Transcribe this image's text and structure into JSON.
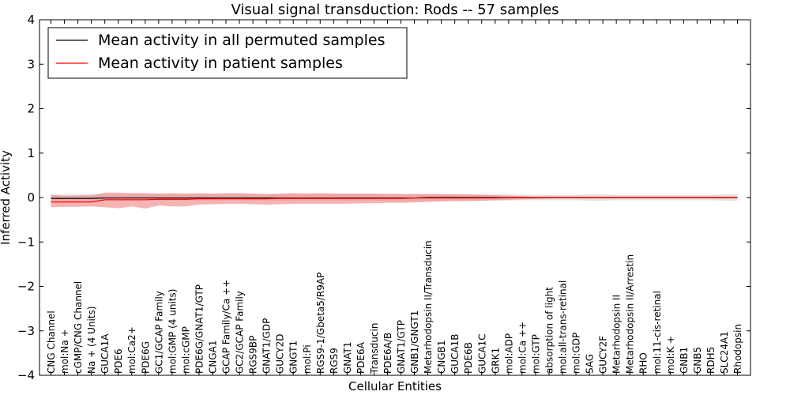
{
  "chart_data": {
    "type": "line",
    "title": "Visual signal transduction: Rods -- 57 samples",
    "xlabel": "Cellular Entities",
    "ylabel": "Inferred Activity",
    "ylim": [
      -4,
      4
    ],
    "yticks": [
      -4,
      -3,
      -2,
      -1,
      0,
      1,
      2,
      3,
      4
    ],
    "ytick_labels": [
      "−4",
      "−3",
      "−2",
      "−1",
      "0",
      "1",
      "2",
      "3",
      "4"
    ],
    "grid": false,
    "legend_position": "top-left",
    "categories": [
      "CNG Channel",
      "mol:Na +",
      "cGMP/CNG Channel",
      "Na + (4 Units)",
      "GUCA1A",
      "PDE6",
      "mol:Ca2+",
      "PDE6G",
      "GC1/GCAP Family",
      "mol:GMP (4 units)",
      "mol:cGMP",
      "PDE6G/GNAT1/GTP",
      "CNGA1",
      "GCAP Family/Ca ++",
      "GC2/GCAP Family",
      "RGS9BP",
      "GNAT1/GDP",
      "GUCY2D",
      "GNGT1",
      "mol:Pi",
      "RGS9-1/Gbeta5/R9AP",
      "RGS9",
      "GNAT1",
      "PDE6A",
      "Transducin",
      "PDE6A/B",
      "GNAT1/GTP",
      "GNB1/GNGT1",
      "Metarhodopsin II/Transducin",
      "CNGB1",
      "GUCA1B",
      "PDE6B",
      "GUCA1C",
      "GRK1",
      "mol:ADP",
      "mol:Ca ++",
      "mol:GTP",
      "absorption of light",
      "mol:all-trans-retinal",
      "mol:GDP",
      "SAG",
      "GUCY2F",
      "Metarhodopsin II",
      "Metarhodopsin II/Arrestin",
      "RHO",
      "mol:11-cis-retinal",
      "mol:K +",
      "GNB1",
      "GNB5",
      "RDH5",
      "SLC24A1",
      "Rhodopsin"
    ],
    "series": [
      {
        "name": "Mean activity in all permuted samples",
        "color": "#000000",
        "values": [
          -0.02,
          -0.02,
          -0.02,
          -0.02,
          -0.01,
          -0.01,
          -0.01,
          -0.01,
          -0.01,
          -0.01,
          -0.01,
          -0.01,
          -0.01,
          -0.01,
          -0.01,
          -0.01,
          -0.01,
          -0.01,
          -0.01,
          -0.01,
          -0.01,
          -0.01,
          -0.01,
          -0.01,
          -0.01,
          -0.01,
          -0.01,
          -0.01,
          0.0,
          0.0,
          0.0,
          0.0,
          0.0,
          0.0,
          0.0,
          0.0,
          0.0,
          0.0,
          0.0,
          0.0,
          0.0,
          0.0,
          0.0,
          0.0,
          0.0,
          0.0,
          0.0,
          0.0,
          0.0,
          0.0,
          0.0,
          0.0
        ],
        "band_lower": [
          -0.07,
          -0.07,
          -0.07,
          -0.07,
          -0.07,
          -0.07,
          -0.07,
          -0.07,
          -0.07,
          -0.07,
          -0.07,
          -0.07,
          -0.07,
          -0.07,
          -0.07,
          -0.07,
          -0.07,
          -0.07,
          -0.07,
          -0.07,
          -0.07,
          -0.07,
          -0.07,
          -0.07,
          -0.07,
          -0.07,
          -0.07,
          -0.07,
          -0.07,
          -0.07,
          -0.07,
          -0.07,
          -0.07,
          -0.07,
          -0.07,
          -0.06,
          -0.06,
          -0.06,
          -0.06,
          -0.06,
          -0.07,
          -0.07,
          -0.06,
          -0.06,
          -0.06,
          -0.06,
          -0.06,
          -0.06,
          -0.06,
          -0.06,
          -0.07,
          -0.07
        ],
        "band_upper": [
          0.07,
          0.07,
          0.07,
          0.07,
          0.07,
          0.07,
          0.07,
          0.07,
          0.07,
          0.07,
          0.07,
          0.07,
          0.07,
          0.07,
          0.07,
          0.07,
          0.07,
          0.07,
          0.07,
          0.07,
          0.07,
          0.07,
          0.07,
          0.07,
          0.07,
          0.07,
          0.07,
          0.07,
          0.07,
          0.07,
          0.07,
          0.07,
          0.07,
          0.07,
          0.07,
          0.06,
          0.06,
          0.06,
          0.06,
          0.06,
          0.07,
          0.07,
          0.06,
          0.06,
          0.06,
          0.06,
          0.06,
          0.06,
          0.06,
          0.06,
          0.07,
          0.07
        ],
        "band_color": "#cccccc"
      },
      {
        "name": "Mean activity in patient samples",
        "color": "#ff0000",
        "values": [
          -0.1,
          -0.1,
          -0.1,
          -0.1,
          -0.05,
          -0.05,
          -0.05,
          -0.05,
          -0.04,
          -0.04,
          -0.04,
          -0.03,
          -0.03,
          -0.03,
          -0.03,
          -0.03,
          -0.03,
          -0.02,
          -0.02,
          -0.02,
          -0.02,
          -0.02,
          -0.02,
          -0.02,
          -0.02,
          -0.02,
          -0.02,
          -0.01,
          -0.01,
          -0.01,
          -0.01,
          -0.01,
          -0.01,
          -0.01,
          0.0,
          0.0,
          0.0,
          0.0,
          0.0,
          0.0,
          0.0,
          0.0,
          0.0,
          0.0,
          0.0,
          0.0,
          0.0,
          0.0,
          0.0,
          0.0,
          0.0,
          0.0
        ],
        "band_lower": [
          -0.22,
          -0.21,
          -0.21,
          -0.2,
          -0.22,
          -0.24,
          -0.2,
          -0.25,
          -0.18,
          -0.2,
          -0.2,
          -0.16,
          -0.15,
          -0.14,
          -0.14,
          -0.15,
          -0.16,
          -0.15,
          -0.14,
          -0.14,
          -0.14,
          -0.14,
          -0.14,
          -0.13,
          -0.13,
          -0.12,
          -0.12,
          -0.11,
          -0.1,
          -0.09,
          -0.08,
          -0.08,
          -0.07,
          -0.06,
          -0.05,
          -0.04,
          -0.03,
          -0.02,
          -0.02,
          -0.02,
          -0.02,
          -0.02,
          -0.02,
          -0.02,
          -0.02,
          -0.02,
          -0.02,
          -0.02,
          -0.02,
          -0.02,
          -0.02,
          -0.02
        ],
        "band_upper": [
          0.06,
          0.04,
          0.05,
          0.05,
          0.11,
          0.11,
          0.1,
          0.1,
          0.09,
          0.1,
          0.09,
          0.1,
          0.09,
          0.1,
          0.1,
          0.09,
          0.08,
          0.09,
          0.1,
          0.09,
          0.1,
          0.09,
          0.09,
          0.09,
          0.09,
          0.08,
          0.08,
          0.08,
          0.08,
          0.08,
          0.07,
          0.07,
          0.06,
          0.05,
          0.04,
          0.03,
          0.02,
          0.02,
          0.02,
          0.02,
          0.02,
          0.02,
          0.02,
          0.02,
          0.02,
          0.02,
          0.02,
          0.02,
          0.02,
          0.02,
          0.02,
          0.02
        ],
        "band_color": "#f08080"
      }
    ]
  }
}
